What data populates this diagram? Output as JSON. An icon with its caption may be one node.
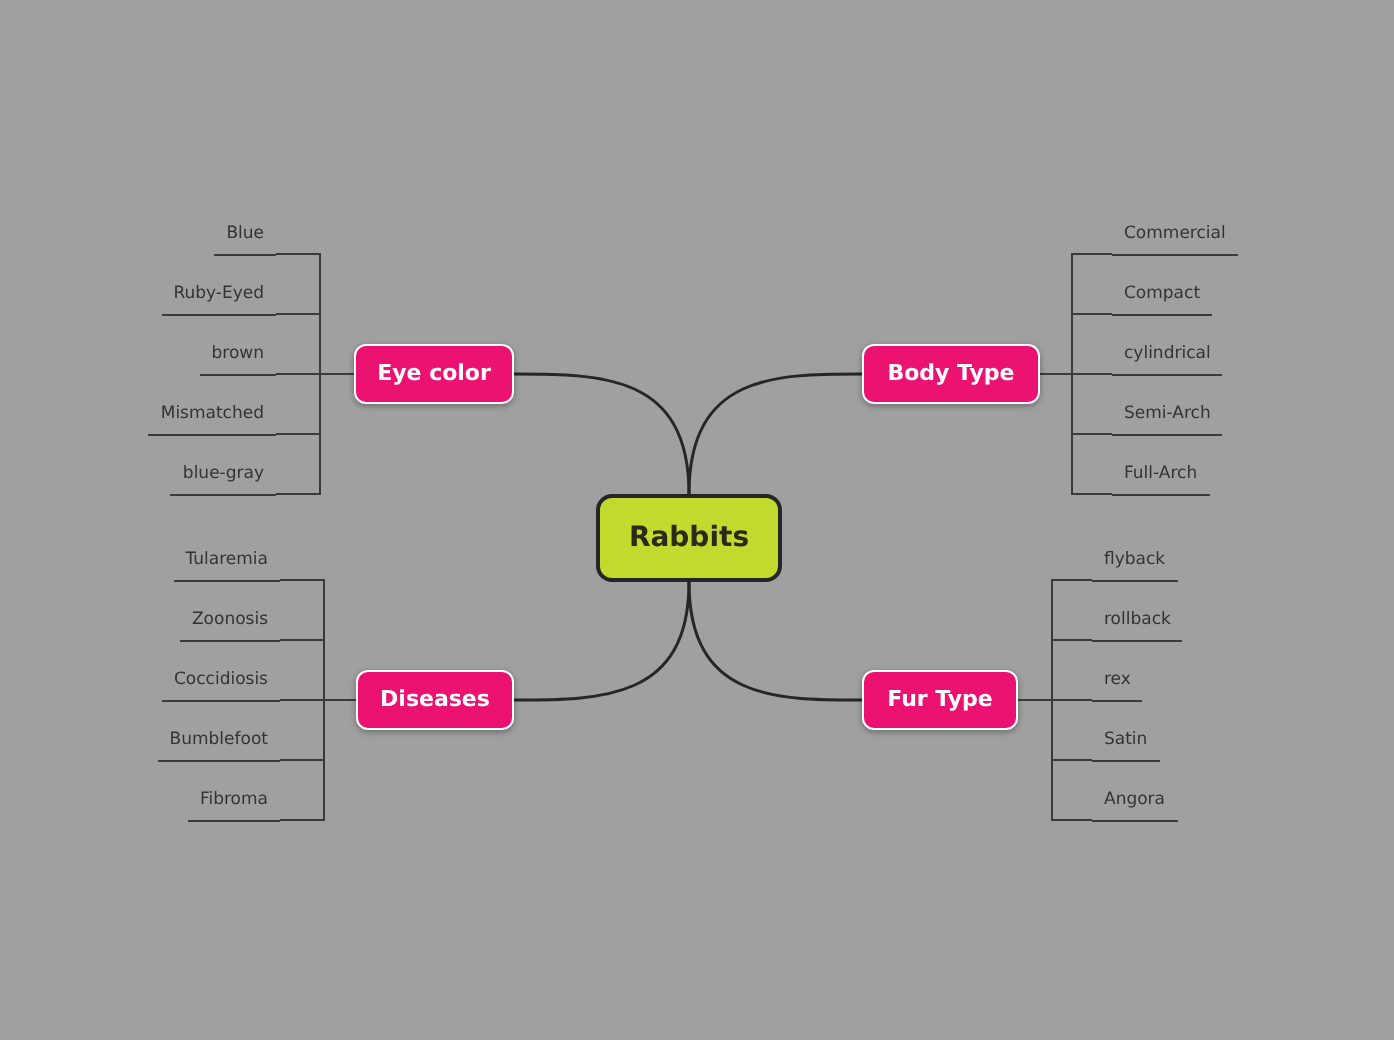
{
  "diagram": {
    "nodes": [
      {
        "text": [
          "Rabbits"
        ]
      },
      {
        "text": [
          "Eye color"
        ]
      },
      {
        "text": [
          "Blue"
        ]
      },
      {
        "text": [
          "Ruby-Eyed"
        ]
      },
      {
        "text": [
          "brown"
        ]
      },
      {
        "text": [
          "Mismatched"
        ]
      },
      {
        "text": [
          "blue-gray"
        ]
      },
      {
        "text": [
          "Body Type"
        ]
      },
      {
        "text": [
          "Commercial"
        ]
      },
      {
        "text": [
          "Compact"
        ]
      },
      {
        "text": [
          "cylindrical"
        ]
      },
      {
        "text": [
          "Semi-Arch"
        ]
      },
      {
        "text": [
          "Full-Arch"
        ]
      },
      {
        "text": [
          "Diseases"
        ]
      },
      {
        "text": [
          "Tularemia"
        ]
      },
      {
        "text": [
          "Zoonosis"
        ]
      },
      {
        "text": [
          "Coccidiosis"
        ]
      },
      {
        "text": [
          "Bumblefoot"
        ]
      },
      {
        "text": [
          "Fibroma"
        ]
      },
      {
        "text": [
          "Fur Type"
        ]
      },
      {
        "text": [
          "flyback"
        ]
      },
      {
        "text": [
          "rollback"
        ]
      },
      {
        "text": [
          "rex"
        ]
      },
      {
        "text": [
          "Satin"
        ]
      },
      {
        "text": [
          "Angora"
        ]
      }
    ],
    "edges": [
      {
        "from": 0,
        "to": 1,
        "arrow": "none"
      },
      {
        "from": 0,
        "to": 7,
        "arrow": "none"
      },
      {
        "from": 0,
        "to": 13,
        "arrow": "none"
      },
      {
        "from": 0,
        "to": 19,
        "arrow": "none"
      },
      {
        "from": 1,
        "to": 2,
        "arrow": "none"
      },
      {
        "from": 1,
        "to": 3,
        "arrow": "none"
      },
      {
        "from": 1,
        "to": 4,
        "arrow": "none"
      },
      {
        "from": 1,
        "to": 5,
        "arrow": "none"
      },
      {
        "from": 1,
        "to": 6,
        "arrow": "none"
      },
      {
        "from": 7,
        "to": 8,
        "arrow": "none"
      },
      {
        "from": 7,
        "to": 9,
        "arrow": "none"
      },
      {
        "from": 7,
        "to": 10,
        "arrow": "none"
      },
      {
        "from": 7,
        "to": 11,
        "arrow": "none"
      },
      {
        "from": 7,
        "to": 12,
        "arrow": "none"
      },
      {
        "from": 13,
        "to": 14,
        "arrow": "none"
      },
      {
        "from": 13,
        "to": 15,
        "arrow": "none"
      },
      {
        "from": 13,
        "to": 16,
        "arrow": "none"
      },
      {
        "from": 13,
        "to": 17,
        "arrow": "none"
      },
      {
        "from": 13,
        "to": 18,
        "arrow": "none"
      },
      {
        "from": 19,
        "to": 20,
        "arrow": "none"
      },
      {
        "from": 19,
        "to": 21,
        "arrow": "none"
      },
      {
        "from": 19,
        "to": 22,
        "arrow": "none"
      },
      {
        "from": 19,
        "to": 23,
        "arrow": "none"
      },
      {
        "from": 19,
        "to": 24,
        "arrow": "none"
      }
    ]
  }
}
